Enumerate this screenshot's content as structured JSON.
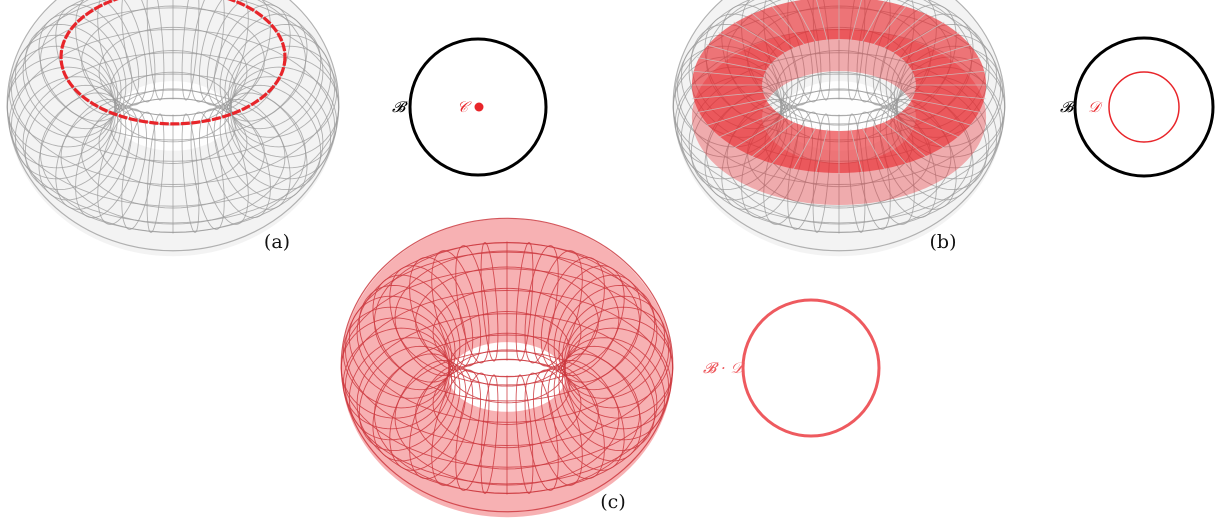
{
  "colors": {
    "mesh_gray": "#9a9a9a",
    "torus_gray_fill": "#e9e9e9",
    "accent_red": "#e8252a",
    "light_red": "#ee5a5f",
    "torus_red_fill": "#f6a3a6",
    "mesh_red": "#cc3a40",
    "ink": "#000000"
  },
  "panels": [
    {
      "id": "a",
      "caption": "(a)",
      "boundary_label": "𝓑",
      "region_label": "𝒞",
      "region_kind": "point-curve"
    },
    {
      "id": "b",
      "caption": "(b)",
      "boundary_label": "𝓑",
      "region_label": "𝒟",
      "region_kind": "annulus"
    },
    {
      "id": "c",
      "caption": "(c)",
      "boundary_label": "𝓑 · 𝒟",
      "region_kind": "whole-torus"
    }
  ]
}
